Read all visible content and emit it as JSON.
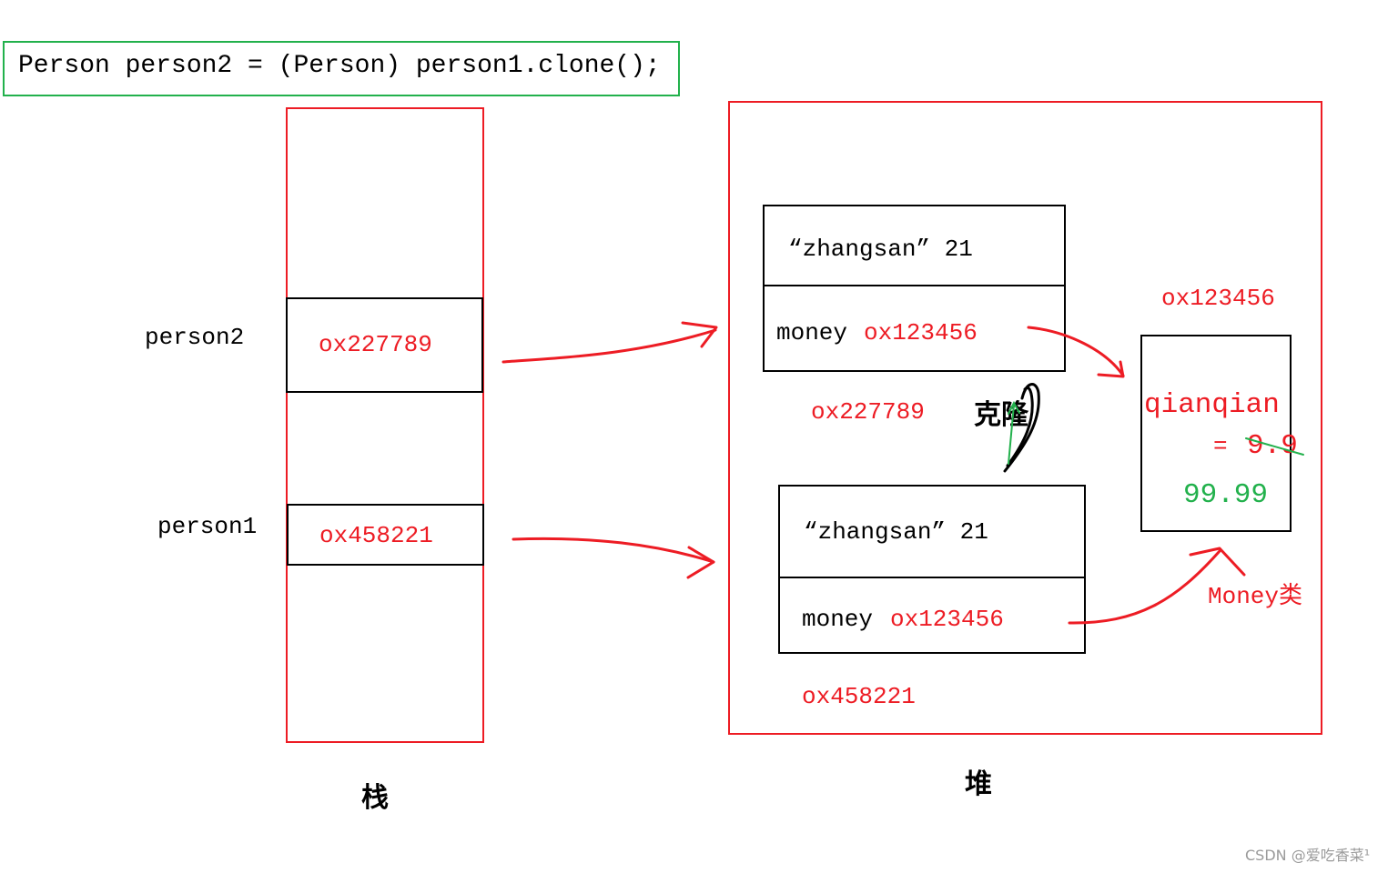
{
  "code_line": "Person person2 = (Person) person1.clone();",
  "stack": {
    "title": "栈",
    "person2_label": "person2",
    "person2_ref": "ox227789",
    "person1_label": "person1",
    "person1_ref": "ox458221"
  },
  "heap": {
    "title": "堆",
    "clone_label": "克隆",
    "clone_object": {
      "fields": "“zhangsan” 21",
      "money_label": "money",
      "money_ref": "ox123456",
      "address": "ox227789"
    },
    "original_object": {
      "fields": "“zhangsan” 21",
      "money_label": "money",
      "money_ref": "ox123456",
      "address": "ox458221"
    },
    "money_object": {
      "address": "ox123456",
      "field_name": "qianqian",
      "assign": "=",
      "old_value": "9.9",
      "new_value": "99.99",
      "class_label": "Money类"
    }
  },
  "watermark": "CSDN @爱吃香菜¹",
  "colors": {
    "red": "#ed1c24",
    "green": "#22b14c",
    "black": "#000000",
    "watermark_gray": "#9a9a9a"
  }
}
